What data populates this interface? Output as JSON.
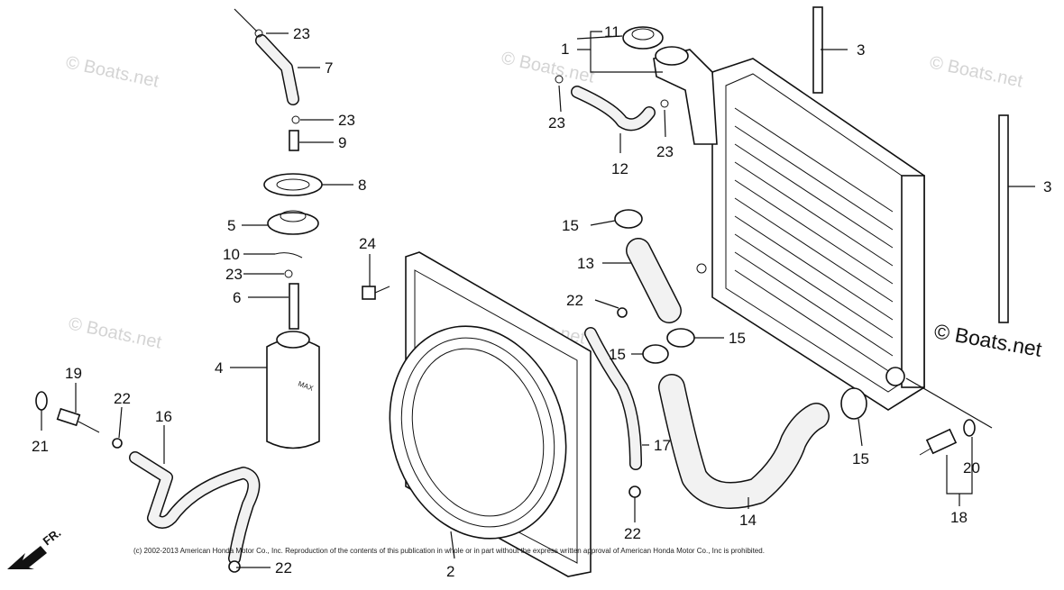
{
  "watermarks": [
    {
      "text": "© Boats.net"
    },
    {
      "text": "© Boats.net"
    },
    {
      "text": "© Boats.net"
    },
    {
      "text": "© Boats.net"
    },
    {
      "text": "© Boats.net"
    }
  ],
  "watermark_strong": "© Boats.net",
  "copyright": "(c) 2002-2013 American Honda Motor Co., Inc. Reproduction of the contents of this publication in whole or in part without the express written approval of American Honda Motor Co., Inc is prohibited.",
  "front_marker": "FR.",
  "callouts": [
    "1",
    "2",
    "3",
    "3",
    "4",
    "5",
    "6",
    "7",
    "8",
    "9",
    "10",
    "11",
    "12",
    "13",
    "14",
    "15",
    "15",
    "15",
    "15",
    "16",
    "17",
    "18",
    "19",
    "20",
    "21",
    "22",
    "22",
    "22",
    "22",
    "23",
    "23",
    "23",
    "23",
    "23",
    "24"
  ]
}
